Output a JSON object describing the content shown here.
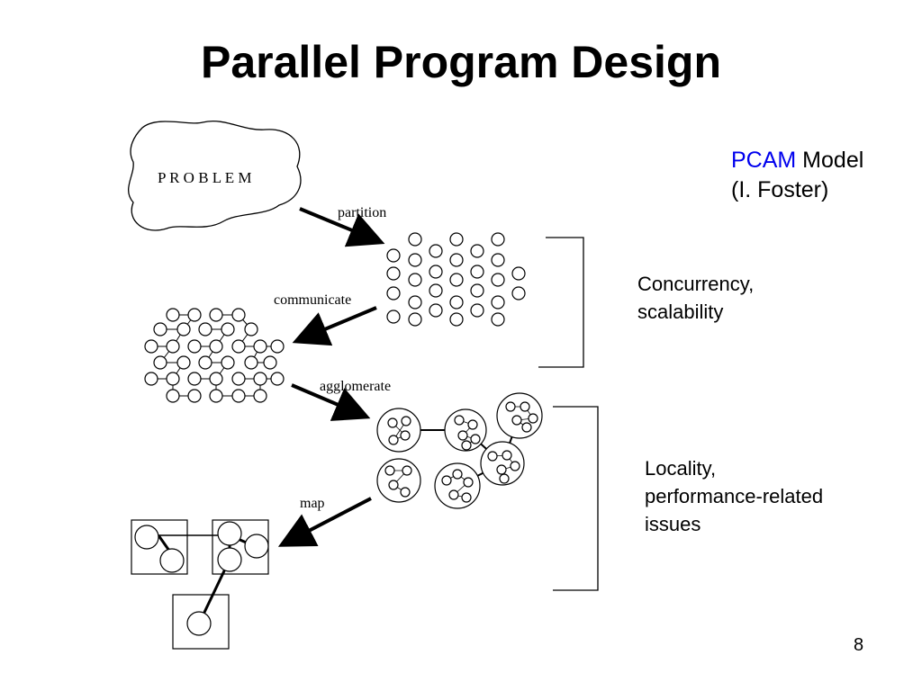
{
  "title": "Parallel Program Design",
  "model": {
    "accent": "PCAM",
    "rest": " Model",
    "author": "(I. Foster)",
    "accent_color": "#0000ee"
  },
  "diagram": {
    "problem_label": "P R O B L E M",
    "steps": [
      "partition",
      "communicate",
      "agglomerate",
      "map"
    ]
  },
  "notes": {
    "concurrency_line1": "Concurrency,",
    "concurrency_line2": "scalability",
    "locality_line1": "Locality,",
    "locality_line2": "performance-related",
    "locality_line3": "issues"
  },
  "page_number": "8"
}
